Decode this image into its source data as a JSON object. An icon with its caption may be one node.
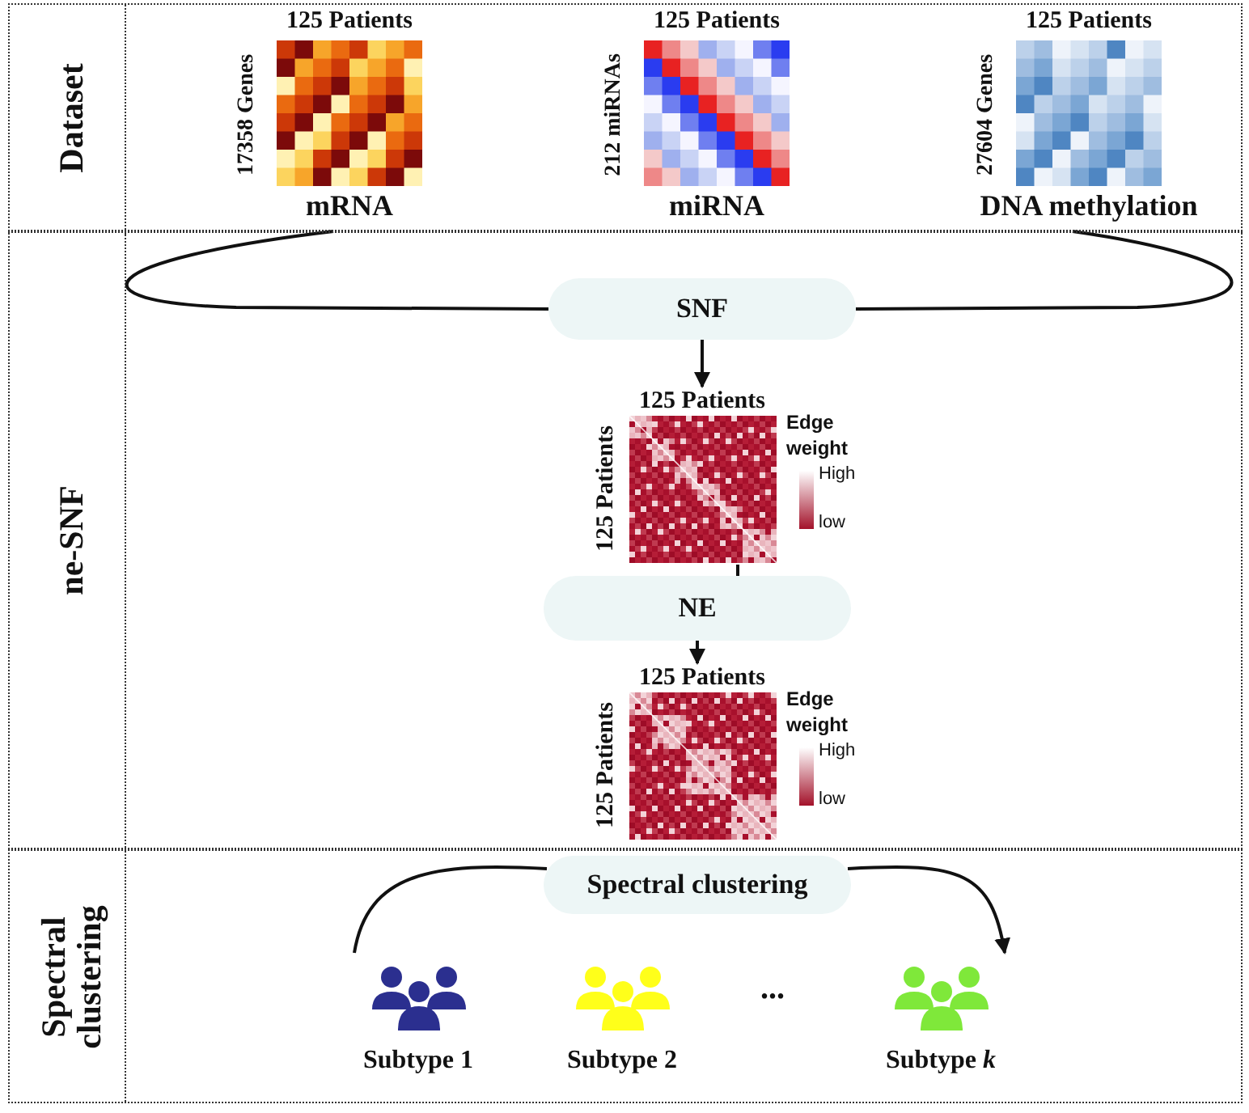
{
  "diagram": {
    "nodes": [
      {
        "text": [
          "Dataset"
        ]
      },
      {
        "text": [
          "125 Patients",
          "17358 Genes",
          "mRNA"
        ],
        "in": 0
      },
      {
        "text": [
          "125 Patients",
          "212 miRNAs",
          "miRNA"
        ],
        "in": 0
      },
      {
        "text": [
          "125 Patients",
          "27604 Genes",
          "DNA methylation"
        ],
        "in": 0
      },
      {
        "text": [
          "ne-SNF"
        ]
      },
      {
        "text": [
          "SNF"
        ],
        "in": 4
      },
      {
        "text": [
          "125 Patients",
          "125 Patients",
          "Edge weight",
          "High",
          "low"
        ],
        "in": 4
      },
      {
        "text": [
          "NE"
        ],
        "in": 4
      },
      {
        "text": [
          "125 Patients",
          "125 Patients",
          "Edge weight",
          "High",
          "low"
        ],
        "in": 4
      },
      {
        "text": [
          "Spectral clustering"
        ]
      },
      {
        "text": [
          "Spectral clustering"
        ],
        "in": 9
      },
      {
        "text": [
          "Subtype 1"
        ],
        "in": 9
      },
      {
        "text": [
          "Subtype 2"
        ],
        "in": 9
      },
      {
        "text": [
          "Subtype *k*"
        ],
        "in": 9
      }
    ],
    "edges": [
      {
        "from": 1,
        "to": 5,
        "arrow": "none"
      },
      {
        "from": 3,
        "to": 5,
        "arrow": "none"
      },
      {
        "from": 5,
        "to": 6,
        "arrow": "to"
      },
      {
        "from": 6,
        "to": 7,
        "arrow": "none"
      },
      {
        "from": 7,
        "to": 8,
        "arrow": "to"
      },
      {
        "from": 10,
        "to": 11,
        "arrow": "none"
      },
      {
        "from": 10,
        "to": 13,
        "arrow": "to"
      }
    ],
    "labels": [
      "..."
    ]
  }
}
